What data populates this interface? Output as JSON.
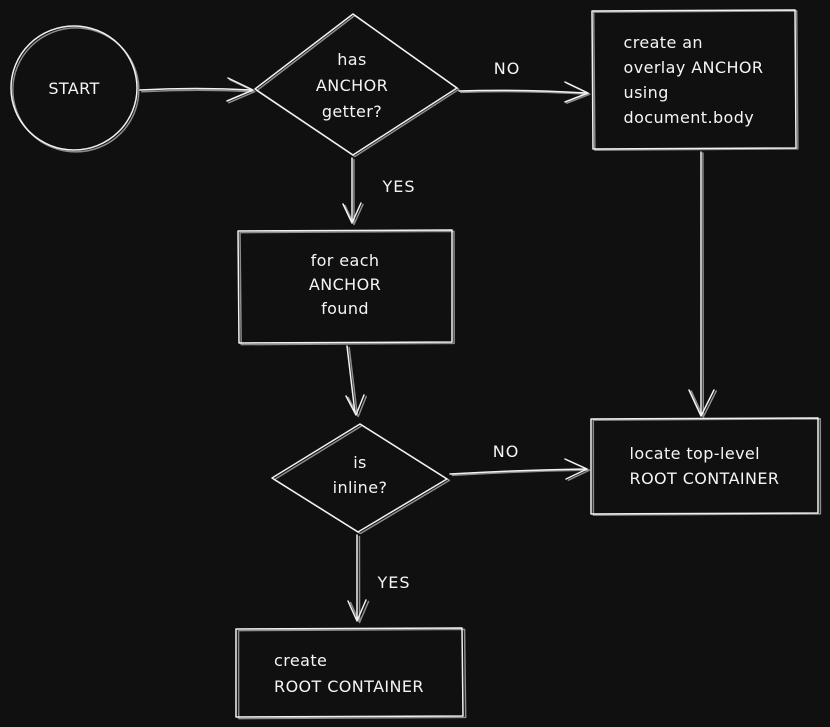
{
  "canvas": {
    "background_color": "#101010",
    "stroke_color": "#f2f2f2",
    "text_color": "#f5f5f5"
  },
  "nodes": {
    "start": {
      "label": "START",
      "shape": "circle"
    },
    "has_anchor_getter": {
      "label": "has\nANCHOR\ngetter?",
      "shape": "diamond"
    },
    "create_overlay_anchor": {
      "label": "create an\noverlay ANCHOR\nusing\ndocument.body",
      "shape": "rectangle"
    },
    "for_each_anchor": {
      "label": "for each\nANCHOR\nfound",
      "shape": "rectangle"
    },
    "is_inline": {
      "label": "is\ninline?",
      "shape": "diamond"
    },
    "locate_root_container": {
      "label": "locate top-level\nROOT CONTAINER",
      "shape": "rectangle"
    },
    "create_root_container": {
      "label": "create\nROOT CONTAINER",
      "shape": "rectangle"
    }
  },
  "edge_labels": {
    "no_to_overlay": "NO",
    "yes_to_foreach": "YES",
    "no_to_locate": "NO",
    "yes_to_create": "YES"
  }
}
